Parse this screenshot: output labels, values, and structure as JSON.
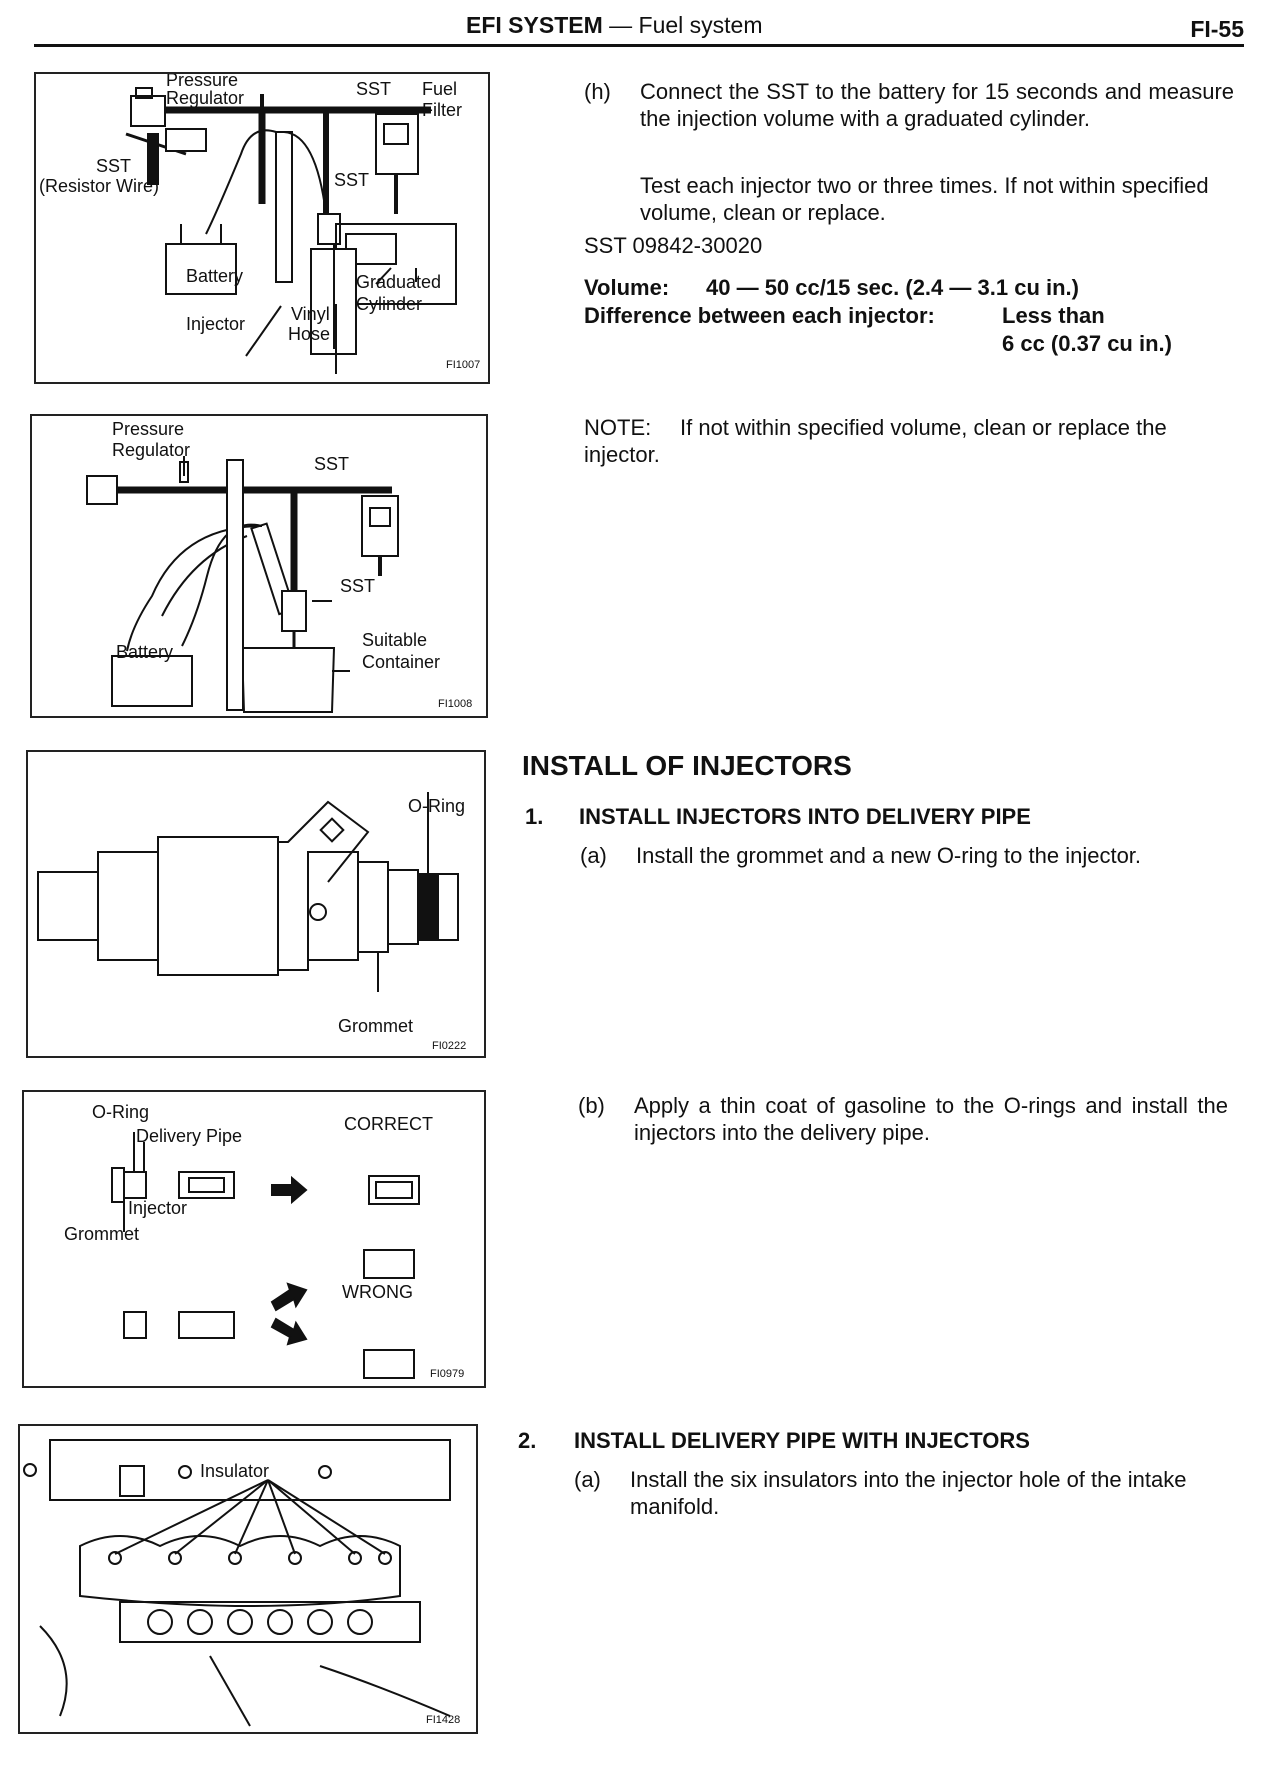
{
  "header": {
    "section": "EFI SYSTEM",
    "dash": "—",
    "subsection": "Fuel system",
    "page": "FI-55"
  },
  "fig1": {
    "labels": {
      "pressure": "Pressure",
      "regulator": "Regulator",
      "sst_top": "SST",
      "fuel": "Fuel",
      "filter": "Filter",
      "sst_left": "SST",
      "resistor": "(Resistor Wire)",
      "sst_mid": "SST",
      "battery": "Battery",
      "graduated": "Graduated",
      "cylinder": "Cylinder",
      "injector": "Injector",
      "vinyl": "Vinyl",
      "hose": "Hose"
    },
    "id": "FI1007"
  },
  "fig2": {
    "labels": {
      "pressure": "Pressure",
      "regulator": "Regulator",
      "sst_top": "SST",
      "sst_mid": "SST",
      "battery": "Battery",
      "suitable": "Suitable",
      "container": "Container"
    },
    "id": "FI1008"
  },
  "fig3": {
    "labels": {
      "oring": "O-Ring",
      "grommet": "Grommet"
    },
    "id": "FI0222"
  },
  "fig4": {
    "labels": {
      "oring": "O-Ring",
      "delivery": "Delivery Pipe",
      "injector": "Injector",
      "grommet": "Grommet",
      "correct": "CORRECT",
      "wrong": "WRONG"
    },
    "id": "FI0979"
  },
  "fig5": {
    "labels": {
      "insulator": "Insulator"
    },
    "id": "FI1428"
  },
  "text": {
    "h_marker": "(h)",
    "h_body": "Connect the SST to the battery for 15 seconds and measure the injection volume with a graduated cylinder.",
    "h_body2": "Test each injector two or three times. If not within specified volume, clean or replace.",
    "sst_line": "SST 09842-30020",
    "volume_label": "Volume:",
    "volume_value": "40 — 50 cc/15 sec. (2.4 — 3.1 cu in.)",
    "diff_label": "Difference between each injector:",
    "diff_value1": "Less than",
    "diff_value2": "6 cc (0.37 cu in.)",
    "note_label": "NOTE:",
    "note_body": "If not within specified volume, clean or replace the injector.",
    "install_heading": "INSTALL OF INJECTORS",
    "s1_num": "1.",
    "s1_title": "INSTALL INJECTORS INTO DELIVERY PIPE",
    "s1a_marker": "(a)",
    "s1a_body": "Install the grommet and a new O-ring to the injector.",
    "s1b_marker": "(b)",
    "s1b_body": "Apply a thin coat of gasoline to the O-rings and install the injectors into the delivery pipe.",
    "s2_num": "2.",
    "s2_title": "INSTALL DELIVERY PIPE WITH INJECTORS",
    "s2a_marker": "(a)",
    "s2a_body": "Install the six insulators into the injector hole of the intake manifold."
  }
}
